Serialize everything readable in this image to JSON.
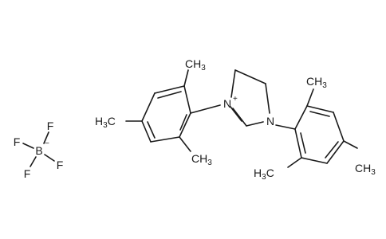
{
  "molecule": {
    "atoms": {
      "fluorine": "F",
      "boron": "B",
      "nitrogen": "N",
      "methyl_carbon": "C",
      "methyl_carbon_left": "C",
      "hydrogen": "H",
      "hydrogen_count": "3",
      "charge_negative": "−",
      "charge_positive": "+"
    }
  }
}
